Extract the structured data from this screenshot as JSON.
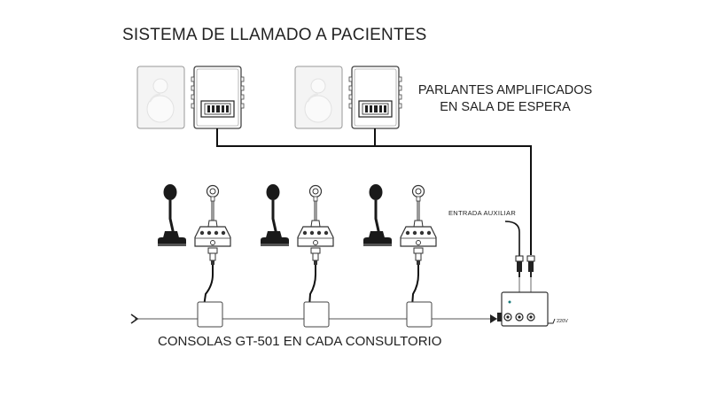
{
  "diagram": {
    "title": "SISTEMA DE LLAMADO A PACIENTES",
    "speakers_label_line1": "PARLANTES AMPLIFICADOS",
    "speakers_label_line2": "EN SALA DE ESPERA",
    "aux_input_label": "ENTRADA AUXILIAR",
    "consoles_label": "CONSOLAS GT-501 EN CADA CONSULTORIO",
    "voltage_label": "220V",
    "colors": {
      "line": "#111111",
      "outline": "#555555",
      "speaker_body": "#f3f3f3",
      "mic_dark": "#1a1a1a"
    }
  }
}
